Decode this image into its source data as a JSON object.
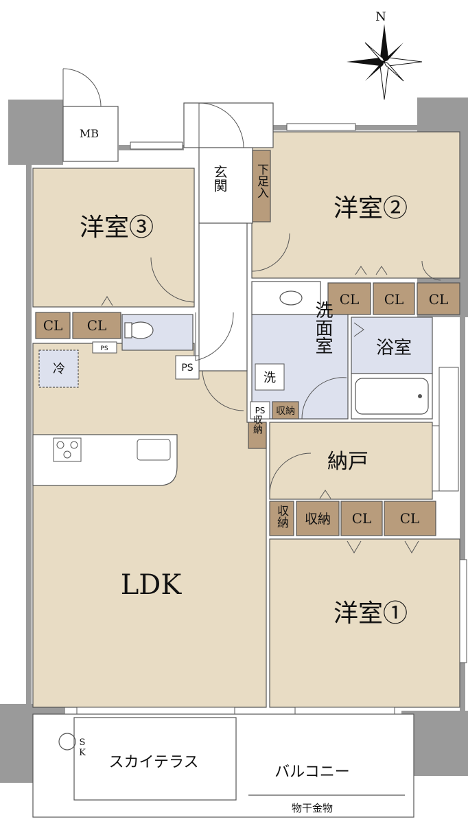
{
  "labels": {
    "mb": "MB",
    "genkan": "玄関",
    "shoes": "下足入",
    "yoshitsu3": "洋室③",
    "yoshitsu2": "洋室②",
    "yoshitsu1": "洋室①",
    "ldk": "LDK",
    "cl": "CL",
    "ps": "PS",
    "fridge": "冷",
    "senmen": "洗面室",
    "washer": "洗",
    "yokushitsu": "浴室",
    "shuno": "収納",
    "nando": "納戸",
    "skyterrace": "スカイテラス",
    "balcony": "バルコニー",
    "dryer": "物干金物",
    "sk_s": "S",
    "sk_k": "K",
    "north": "N"
  },
  "colors": {
    "room": "#e8dcc4",
    "wet": "#dde1ee",
    "storage": "#b89c7c",
    "wall": "#9a9a9a",
    "wall_outline": "#555555"
  }
}
